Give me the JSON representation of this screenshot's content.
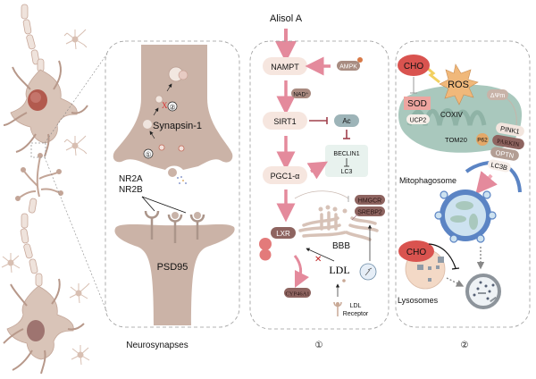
{
  "panels": {
    "neurosynapses": {
      "caption": "Neurosynapses",
      "presynaptic": {
        "synapsin_label": "Synapsin-1",
        "step1_marker": "①",
        "step2_marker": "②",
        "block_marker": "X"
      },
      "receptors": {
        "nr2a_label": "NR2A",
        "nr2b_label": "NR2B"
      },
      "postsynaptic": {
        "psd95_label": "PSD95"
      }
    },
    "pathway": {
      "caption": "①",
      "drug_label": "Alisol A",
      "nampt_label": "NAMPT",
      "ampk_label": "AMPK",
      "ampk_phospho": "P",
      "nad_label": "NAD⁺",
      "sirt1_label": "SIRT1",
      "ac_label": "Ac",
      "beclin1_label": "BECLIN1",
      "lc3_label": "LC3",
      "pgc1a_label": "PGC1-α",
      "hmgcr_label": "HMGCR",
      "srebp2_label": "SREBP2",
      "bbb_label": "BBB",
      "lxr_label": "LXR",
      "ldl_label": "LDL",
      "cyp46a1_label": "CYP46A1",
      "ldl_receptor_label_1": "LDL",
      "ldl_receptor_label_2": "Receptor"
    },
    "mitophagy": {
      "caption": "②",
      "cho_top_label": "CHO",
      "ros_label": "ROS",
      "sod_label": "SOD",
      "ucp2_label": "UCP2",
      "coxiv_label": "COXIV",
      "dpsi_label": "ΔΨm",
      "tom20_label": "TOM20",
      "p62_label": "P62",
      "pink1_label": "PINK1",
      "parkin_label": "PARKIN",
      "optn_label": "OPTN",
      "lc3b_label": "LC3B",
      "mitophagosome_label": "Mitophagosome",
      "cho_bottom_label": "CHO",
      "lysosomes_label": "Lysosomes"
    }
  },
  "colors": {
    "neuron": "#d9c4b8",
    "synapse": "#c9b0a2",
    "arrow_pink": "#e48a9c",
    "node_fill": "#f6e6df",
    "mito": "#a9c8bd",
    "cho": "#d9534f",
    "sod": "#eea5a0",
    "vesicle_blue": "#5b84c4",
    "dashed_border": "#9a9a9a"
  }
}
